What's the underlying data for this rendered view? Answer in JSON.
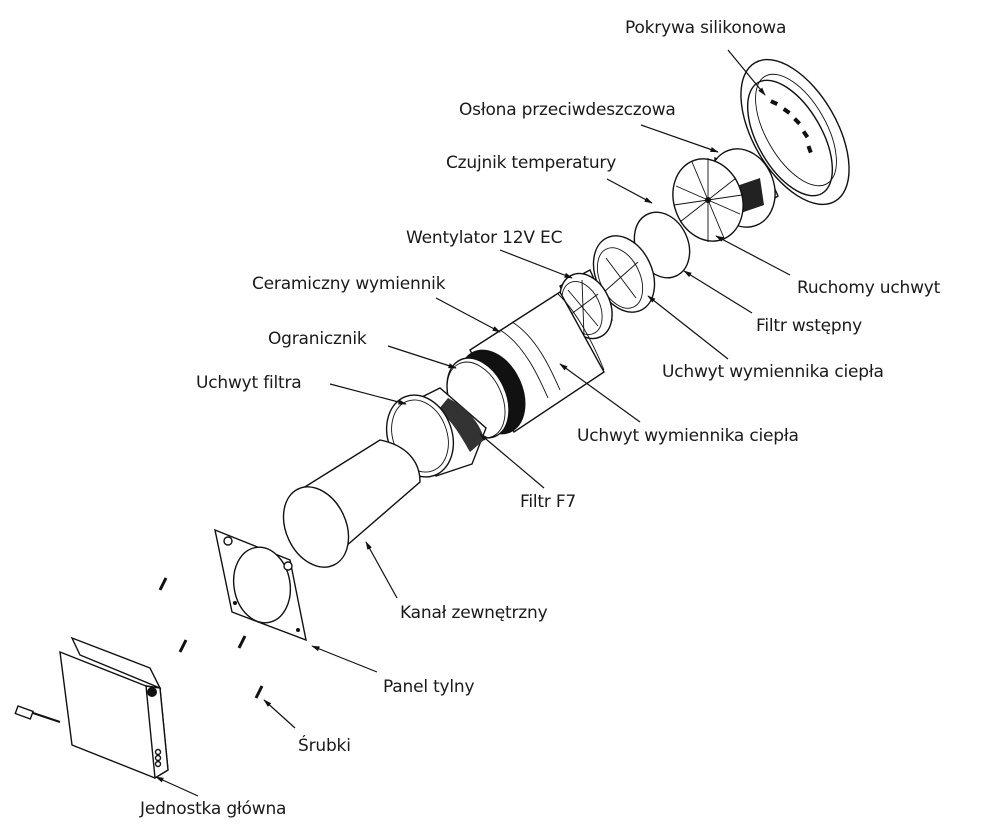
{
  "diagram": {
    "type": "exploded-view",
    "language": "pl",
    "labels": {
      "pokrywa": "Pokrywa silikonowa",
      "oslona": "Osłona przeciwdeszczowa",
      "czujnik": "Czujnik temperatury",
      "wentylator": "Wentylator 12V EC",
      "ceramiczny": "Ceramiczny wymiennik",
      "ogranicznik": "Ogranicznik",
      "uchwyt_filtra": "Uchwyt filtra",
      "ruchomy": "Ruchomy uchwyt",
      "filtr_wstepny": "Filtr wstępny",
      "uchwyt_wym_1": "Uchwyt wymiennika ciepła",
      "uchwyt_wym_2": "Uchwyt wymiennika ciepła",
      "filtr_f7": "Filtr F7",
      "kanal": "Kanał zewnętrzny",
      "panel": "Panel tylny",
      "srubki": "Śrubki",
      "jednostka": "Jednostka główna"
    }
  }
}
